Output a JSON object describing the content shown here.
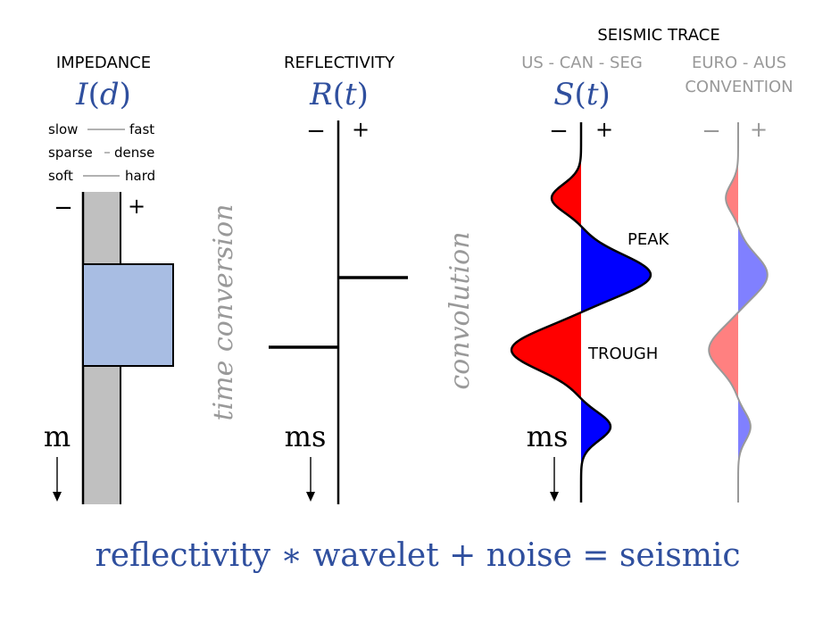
{
  "impedance": {
    "heading": "IMPEDANCE",
    "symbol_letter": "I",
    "symbol_arg": "d",
    "rows": [
      {
        "left": "slow",
        "right": "fast"
      },
      {
        "left": "sparse",
        "right": "dense"
      },
      {
        "left": "soft",
        "right": "hard"
      }
    ],
    "minus": "−",
    "plus": "+",
    "unit": "m"
  },
  "reflectivity": {
    "heading": "REFLECTIVITY",
    "symbol_letter": "R",
    "symbol_arg": "t",
    "minus": "−",
    "plus": "+",
    "unit": "ms"
  },
  "time_conversion": "time conversion",
  "convolution": "convolution",
  "seismic": {
    "heading": "SEISMIC TRACE",
    "us_label": "US - CAN - SEG",
    "euro_label_line1": "EURO - AUS",
    "euro_label_line2": "CONVENTION",
    "symbol_letter": "S",
    "symbol_arg": "t",
    "minus": "−",
    "plus": "+",
    "unit": "ms",
    "peak": "PEAK",
    "trough": "TROUGH"
  },
  "equation": "reflectivity ∗ wavelet + noise = seismic",
  "colors": {
    "blue_text": "#2f4f9e",
    "gray_text": "#999999",
    "impedance_bar": "#c0c0c0",
    "impedance_block": "#a8bde3",
    "red_fill": "#ff0000",
    "blue_fill": "#0000ff",
    "pale_red_fill": "#ff8080",
    "pale_blue_fill": "#8080ff"
  }
}
